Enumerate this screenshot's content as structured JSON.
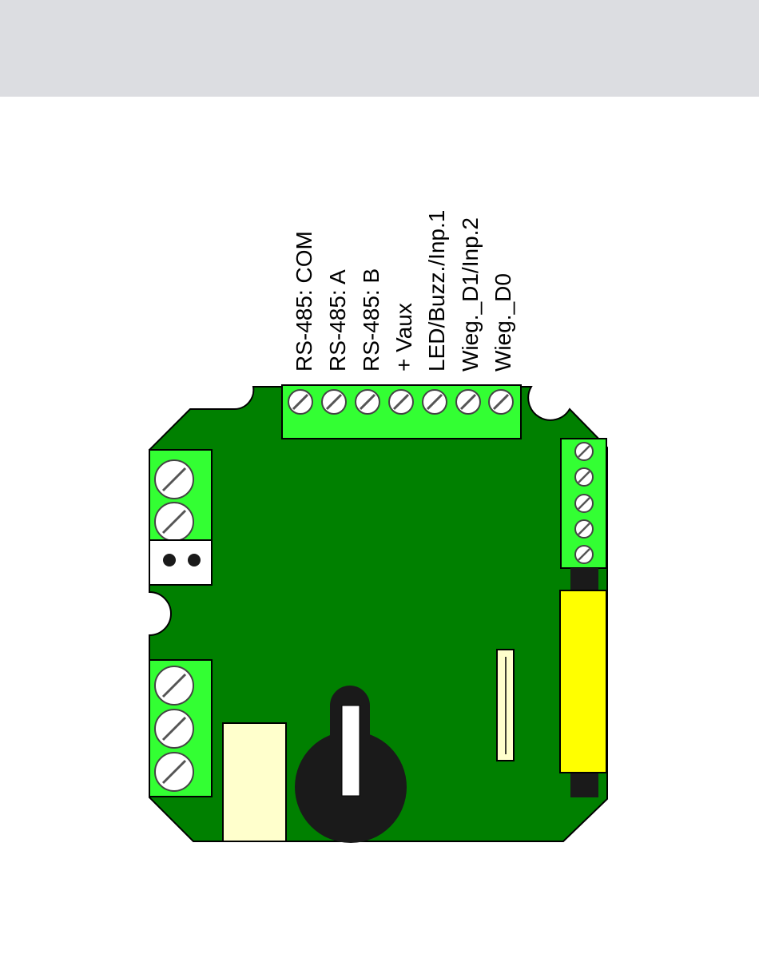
{
  "terminal_labels": [
    "RS-485: COM",
    "RS-485: A",
    "RS-485: B",
    "+ Vaux",
    "LED/Buzz./Inp.1",
    "Wieg._D1/Inp.2",
    "Wieg._D0"
  ],
  "colors": {
    "header": "#dcdde1",
    "board": "#008000",
    "terminal_block": "#33ff33",
    "yellow_component": "#ffff00",
    "cream_component": "#ffffcc",
    "knob": "#1a1a1a",
    "outline": "#000000"
  }
}
